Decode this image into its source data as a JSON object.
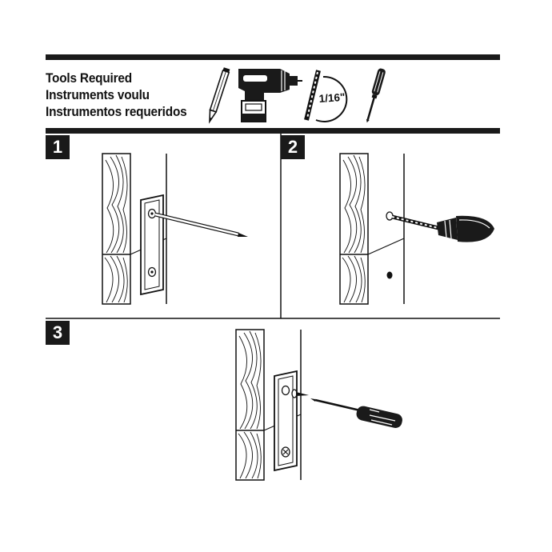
{
  "header": {
    "tools_label_en": "Tools Required",
    "tools_label_fr": "Instruments voulu",
    "tools_label_es": "Instrumentos requeridos"
  },
  "tools": {
    "icons": [
      "pencil-icon",
      "cordless-drill-icon",
      "drill-bit-icon",
      "screwdriver-icon"
    ],
    "drill_bit_size": "1/16\""
  },
  "steps": [
    {
      "number": "1"
    },
    {
      "number": "2"
    },
    {
      "number": "3"
    }
  ]
}
